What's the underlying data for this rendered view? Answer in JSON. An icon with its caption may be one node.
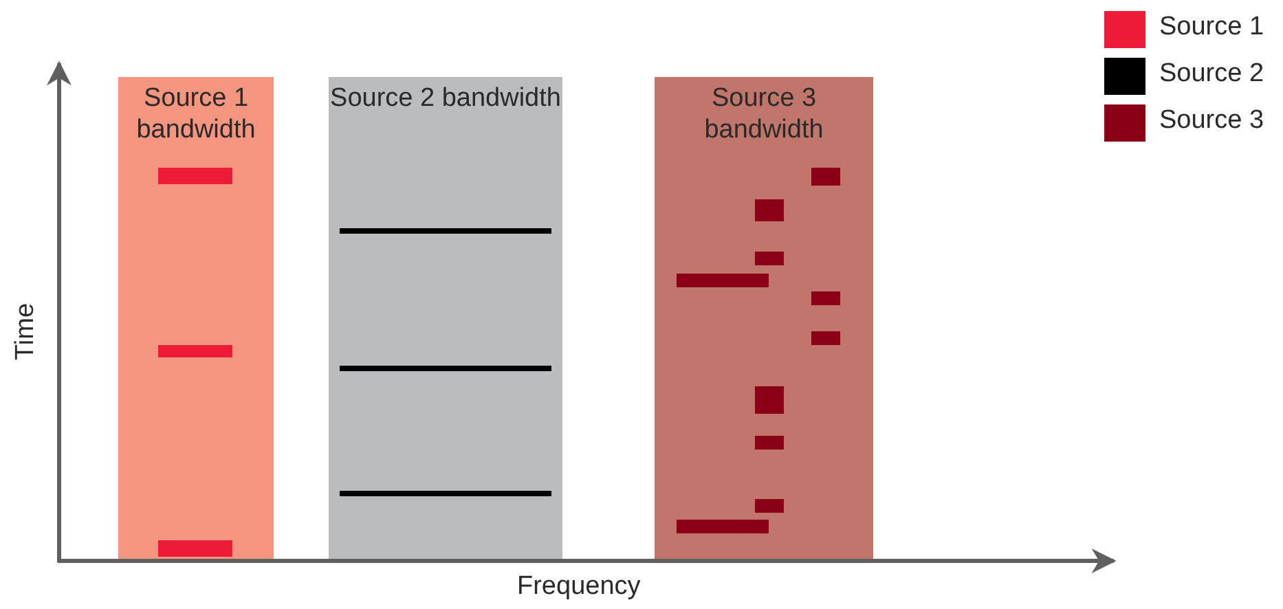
{
  "diagram": {
    "nodes": [
      {
        "text": [
          "Source 1 bandwidth"
        ]
      },
      {
        "text": [
          "Source 2 bandwidth"
        ]
      },
      {
        "text": [
          "Source 3 bandwidth"
        ]
      }
    ],
    "edges": [],
    "labels": [
      "Time",
      "Frequency"
    ],
    "legend": [
      {
        "text": "Source 1",
        "color": "#ec1b3a"
      },
      {
        "text": "Source 2",
        "color": "#000000"
      },
      {
        "text": "Source 3",
        "color": "#8b0014"
      }
    ]
  }
}
